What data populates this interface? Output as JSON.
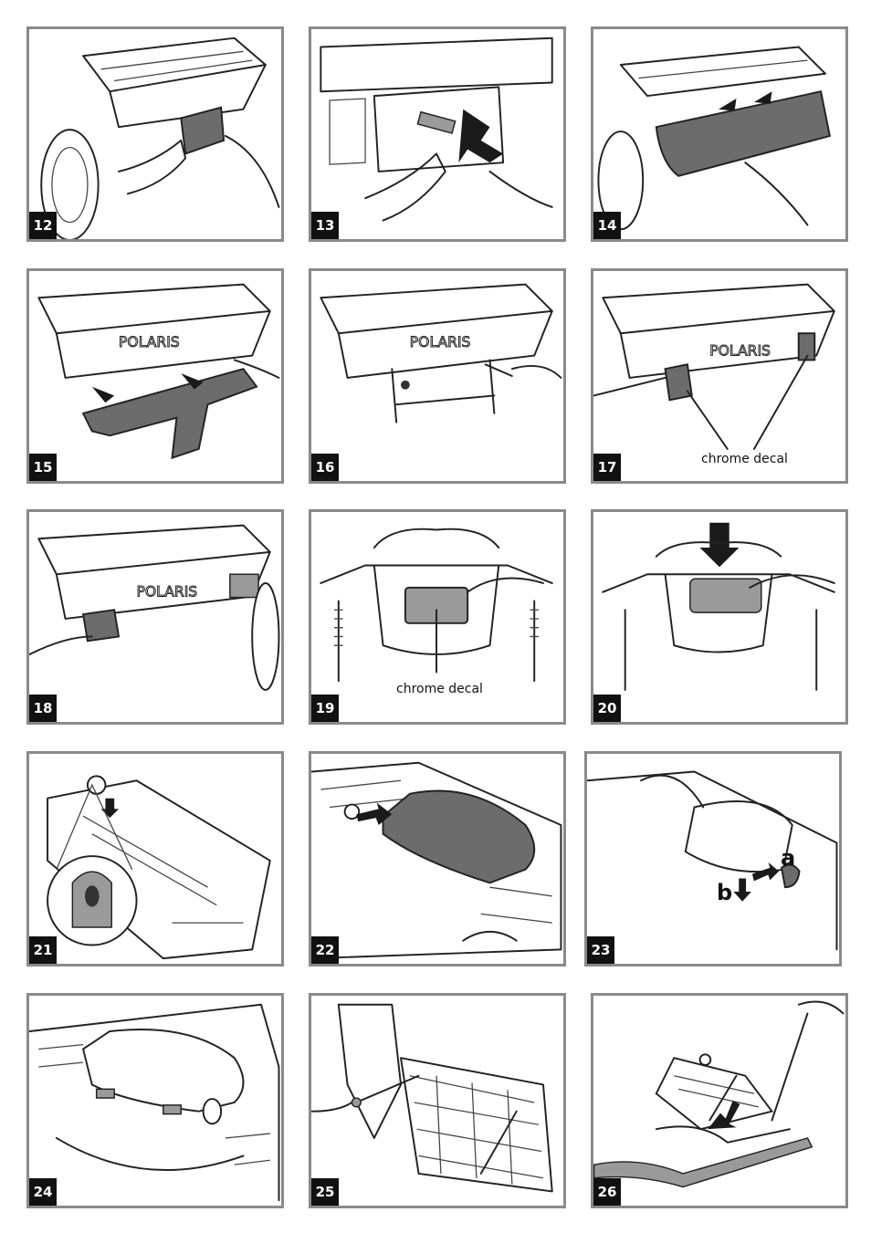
{
  "steps": [
    "12",
    "13",
    "14",
    "15",
    "16",
    "17",
    "18",
    "19",
    "20",
    "21",
    "22",
    "23",
    "24",
    "25",
    "26"
  ],
  "callouts": {
    "chrome_decal_17": "chrome decal",
    "chrome_decal_19": "chrome decal",
    "letter_a": "a",
    "letter_b": "b"
  },
  "brand_logo": "POLARIS",
  "colors": {
    "frame": "#8a8a8a",
    "part_fill": "#6c6c6c",
    "step_badge": "#111111"
  }
}
